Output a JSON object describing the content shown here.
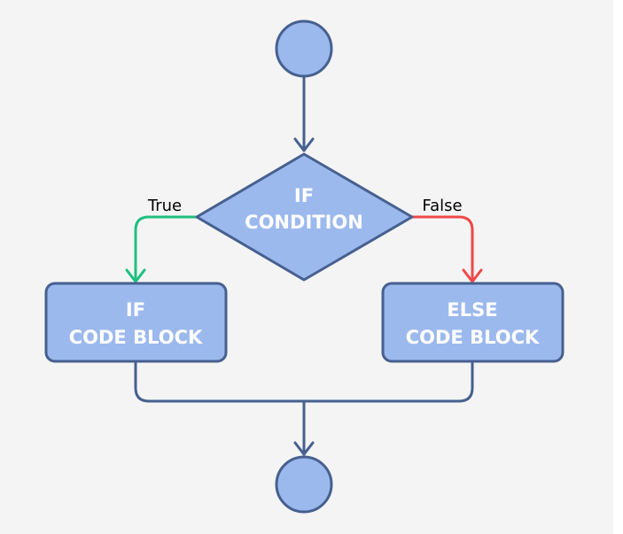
{
  "diagram": {
    "type": "flowchart",
    "nodes": {
      "start": {
        "shape": "circle",
        "label": ""
      },
      "condition": {
        "shape": "diamond",
        "lines": [
          "IF",
          "CONDITION"
        ]
      },
      "if_block": {
        "shape": "rounded-rectangle",
        "lines": [
          "IF",
          "CODE BLOCK"
        ]
      },
      "else_block": {
        "shape": "rounded-rectangle",
        "lines": [
          "ELSE",
          "CODE BLOCK"
        ]
      },
      "end": {
        "shape": "circle",
        "label": ""
      }
    },
    "edges": {
      "true_label": "True",
      "false_label": "False"
    },
    "colors": {
      "background": "#f4f4f4",
      "node_fill": "#9cb9ed",
      "node_stroke": "#46608f",
      "text": "#ffffff",
      "true_edge": "#1fbf80",
      "false_edge": "#f04848"
    }
  }
}
